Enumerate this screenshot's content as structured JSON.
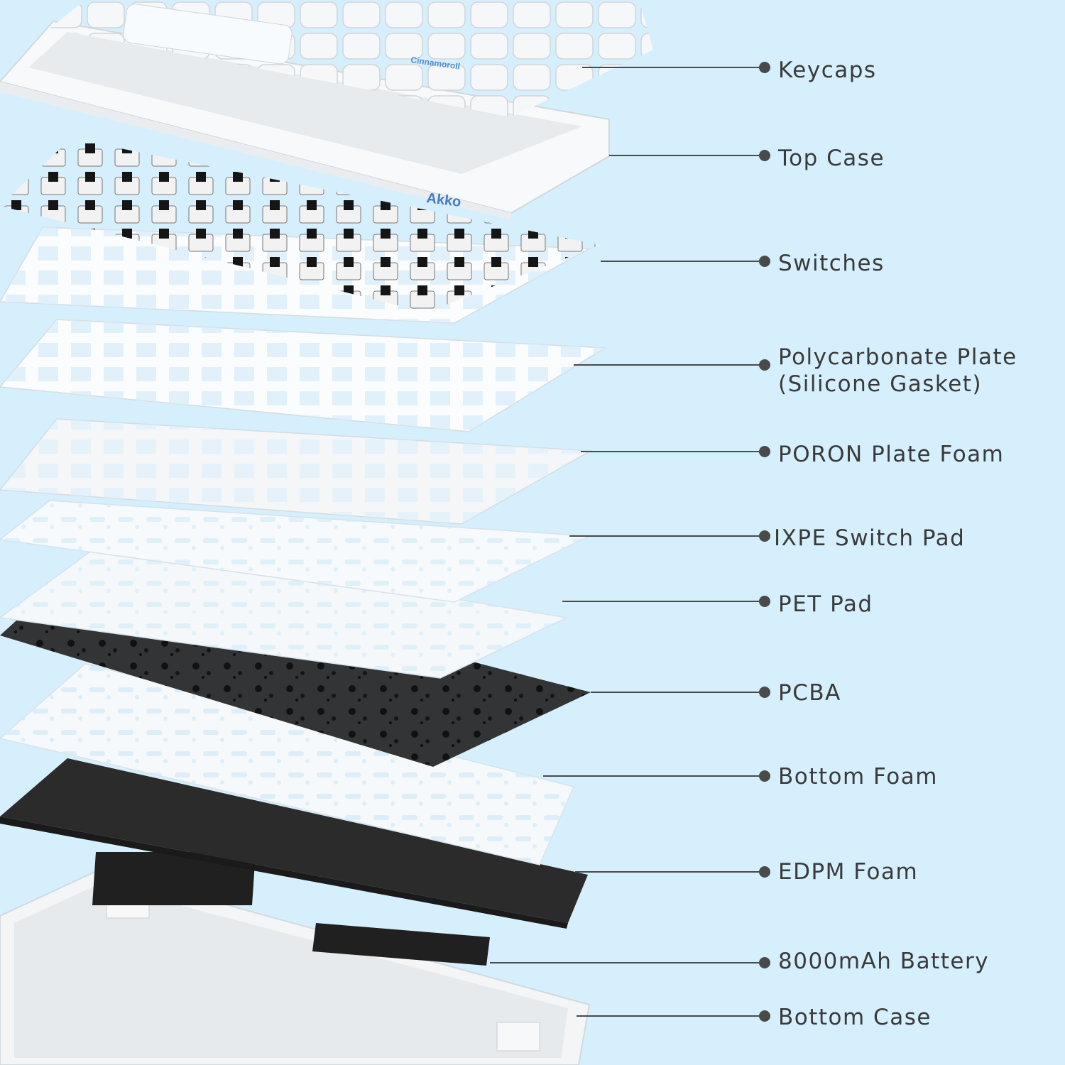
{
  "colors": {
    "background": "#d6effc",
    "leader": "#4a4a4a",
    "text": "#3a3a3a",
    "logo_text": "#3f7fc4"
  },
  "brand": {
    "logo": "Akko"
  },
  "keycap_text": "Cinnamoroll",
  "layers": [
    {
      "id": "keycaps",
      "label": "Keycaps",
      "icon": "keycaps"
    },
    {
      "id": "top-case",
      "label": "Top Case",
      "icon": "top-case"
    },
    {
      "id": "switches",
      "label": "Switches",
      "icon": "switch"
    },
    {
      "id": "polycarbonate-plate",
      "label": "Polycarbonate Plate",
      "label2": "(Silicone Gasket)",
      "icon": "plate"
    },
    {
      "id": "poron-plate-foam",
      "label": "PORON Plate Foam",
      "icon": "foam"
    },
    {
      "id": "ixpe-switch-pad",
      "label": "IXPE Switch Pad",
      "icon": "pad"
    },
    {
      "id": "pet-pad",
      "label": "PET Pad",
      "icon": "pad"
    },
    {
      "id": "pcba",
      "label": "PCBA",
      "icon": "pcb"
    },
    {
      "id": "bottom-foam",
      "label": "Bottom Foam",
      "icon": "foam"
    },
    {
      "id": "edpm-foam",
      "label": "EDPM Foam",
      "icon": "foam"
    },
    {
      "id": "battery",
      "label": "8000mAh Battery",
      "icon": "battery"
    },
    {
      "id": "bottom-case",
      "label": "Bottom Case",
      "icon": "bottom-case"
    }
  ]
}
